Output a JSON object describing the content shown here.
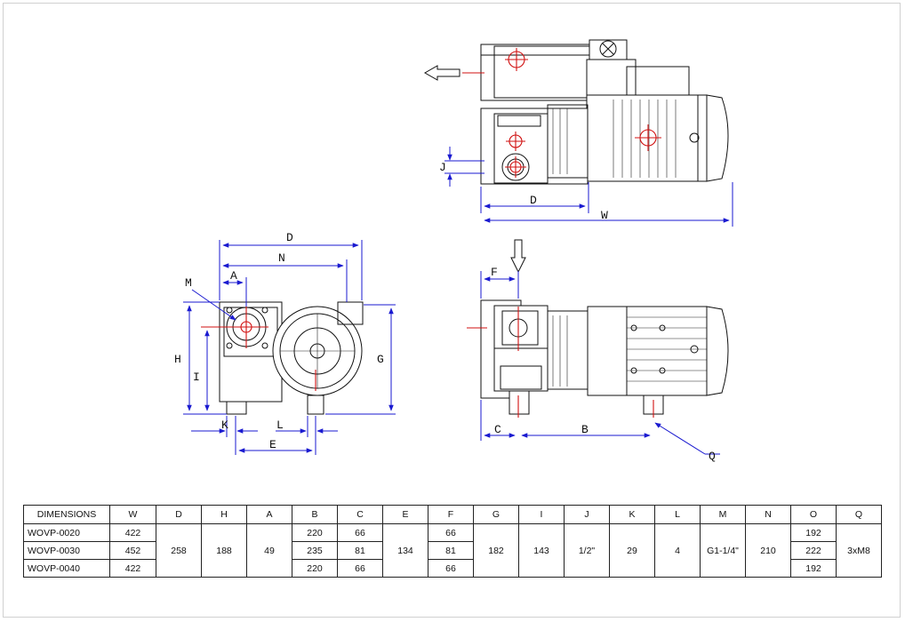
{
  "labels": {
    "W": "W",
    "D": "D",
    "J": "J",
    "N": "N",
    "M": "M",
    "A": "A",
    "H": "H",
    "I": "I",
    "G": "G",
    "K": "K",
    "L": "L",
    "E": "E",
    "F": "F",
    "C": "C",
    "B": "B",
    "Q": "Q"
  },
  "table": {
    "headers": [
      "DIMENSIONS",
      "W",
      "D",
      "H",
      "A",
      "B",
      "C",
      "E",
      "F",
      "G",
      "I",
      "J",
      "K",
      "L",
      "M",
      "N",
      "O",
      "Q"
    ],
    "rows": [
      {
        "name": "WOVP-0020",
        "W": "422",
        "B": "220",
        "C": "66",
        "F": "66",
        "O": "192"
      },
      {
        "name": "WOVP-0030",
        "W": "452",
        "B": "235",
        "C": "81",
        "F": "81",
        "O": "222"
      },
      {
        "name": "WOVP-0040",
        "W": "422",
        "B": "220",
        "C": "66",
        "F": "66",
        "O": "192"
      }
    ],
    "shared": {
      "D": "258",
      "H": "188",
      "A": "49",
      "E": "134",
      "G": "182",
      "I": "143",
      "J": "1/2\"",
      "K": "29",
      "L": "4",
      "M": "G1-1/4\"",
      "N": "210",
      "Q": "3xM8"
    }
  }
}
